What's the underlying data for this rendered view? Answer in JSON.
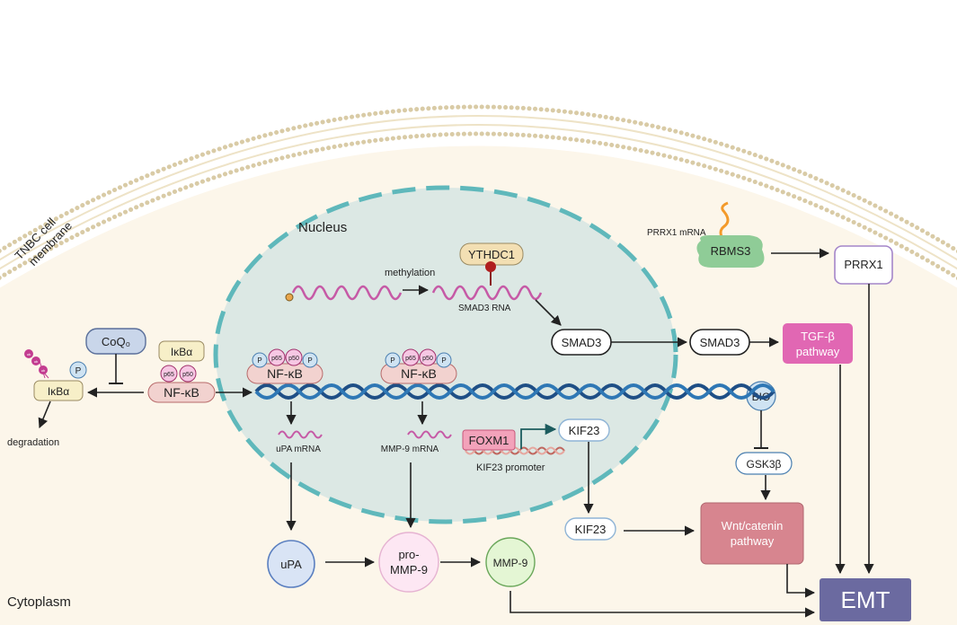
{
  "labels": {
    "membrane": [
      "TNBC cell",
      "membrane"
    ],
    "nucleus": "Nucleus",
    "cytoplasm": "Cytoplasm",
    "methylation": "methylation",
    "smad3_rna": "SMAD3 RNA",
    "prrx1_mrna": "PRRX1 mRNA",
    "upa_mrna": "uPA mRNA",
    "mmp9_mrna": "MMP-9 mRNA",
    "kif23_promoter": "KIF23 promoter",
    "degradation": "degradation"
  },
  "nodes": {
    "ythdc1": "YTHDC1",
    "rbms3": "RBMS3",
    "prrx1": "PRRX1",
    "smad3_nuc": "SMAD3",
    "smad3_cyto": "SMAD3",
    "tgfb": [
      "TGF-β",
      "pathway"
    ],
    "coq0": "CoQ₀",
    "ikba_complex": "IκBα",
    "ikba_phos": "IκBα",
    "nfkb_main": "NF-κB",
    "nfkb_upa": "NF-κB",
    "nfkb_mmp9": "NF-κB",
    "p65": "p65",
    "p50": "p50",
    "p": "P",
    "ub": "ub",
    "bio": "BIO",
    "gsk3b": "GSK3β",
    "foxm1": "FOXM1",
    "kif23_nuc": "KIF23",
    "kif23_cyto": "KIF23",
    "wnt": [
      "Wnt/catenin",
      "pathway"
    ],
    "upa": "uPA",
    "pro_mmp9": [
      "pro-",
      "MMP-9"
    ],
    "mmp9": "MMP-9",
    "emt": "EMT"
  },
  "colors": {
    "membrane_dot": "#d8c9a2",
    "cytoplasm": "#fcf6ea",
    "nucleus_fill": "#dce8e4",
    "nucleus_border": "#5fb8bb",
    "rna": "#c65aa6",
    "dna_dark": "#1f4f86",
    "dna_light": "#2f78b5",
    "emt": "#6b6aa0",
    "tgf": "#e167b3",
    "wnt": "#d7858f",
    "rbms3": "#8fcc97",
    "ythdc1": "#f3dfb3",
    "foxm1": "#f3a2ba",
    "nfkb": "#f2d2cf",
    "pill_blue": "#cfe3f2",
    "ikba_fill": "#f7efc8",
    "coq_fill": "#c9d6ea"
  }
}
